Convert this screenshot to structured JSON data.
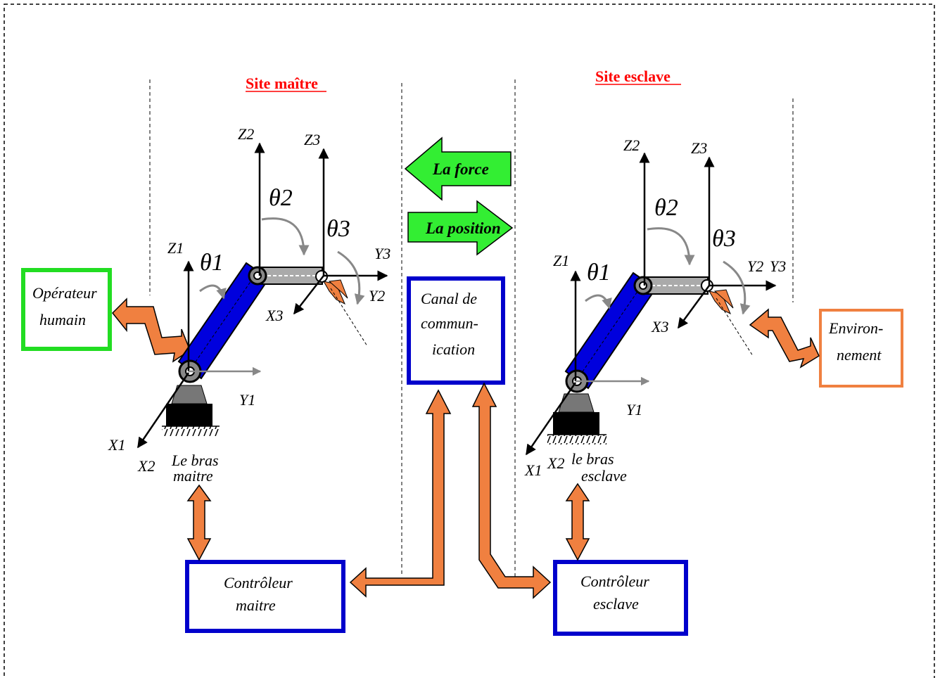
{
  "sites": {
    "master_title": "Site maître",
    "slave_title": "Site esclave"
  },
  "signals": {
    "force": "La force",
    "position": "La position"
  },
  "boxes": {
    "operator": [
      "Opérateur",
      "humain"
    ],
    "environment": [
      "Environ-",
      "nement"
    ],
    "channel": [
      "Canal  de",
      "commun-",
      "ication"
    ],
    "master_controller": [
      "Contrôleur",
      "maitre"
    ],
    "slave_controller": [
      "Contrôleur",
      "esclave"
    ]
  },
  "arms": {
    "master": {
      "caption": [
        "Le bras",
        "maitre"
      ],
      "axes": {
        "z1": "Z1",
        "z2": "Z2",
        "z3": "Z3",
        "y1": "Y1",
        "y2": "Y2",
        "y3": "Y3",
        "x1": "X1",
        "x2": "X2",
        "x3": "X3"
      },
      "angles": {
        "t1": "θ1",
        "t2": "θ2",
        "t3": "θ3"
      }
    },
    "slave": {
      "caption": [
        "le bras",
        "esclave"
      ],
      "axes": {
        "z1": "Z1",
        "z2": "Z2",
        "z3": "Z3",
        "y1": "Y1",
        "y2": "Y2",
        "y3": "Y3",
        "x1": "X1",
        "x2": "X2",
        "x3": "X3"
      },
      "angles": {
        "t1": "θ1",
        "t2": "θ2",
        "t3": "θ3"
      }
    }
  },
  "colors": {
    "border": "#000000",
    "title": "#ff0000",
    "green_box": "#22dd22",
    "orange": "#f08040",
    "blue_box": "#0000cc",
    "arm_blue": "#0000dd",
    "signal_green": "#33ee33"
  }
}
